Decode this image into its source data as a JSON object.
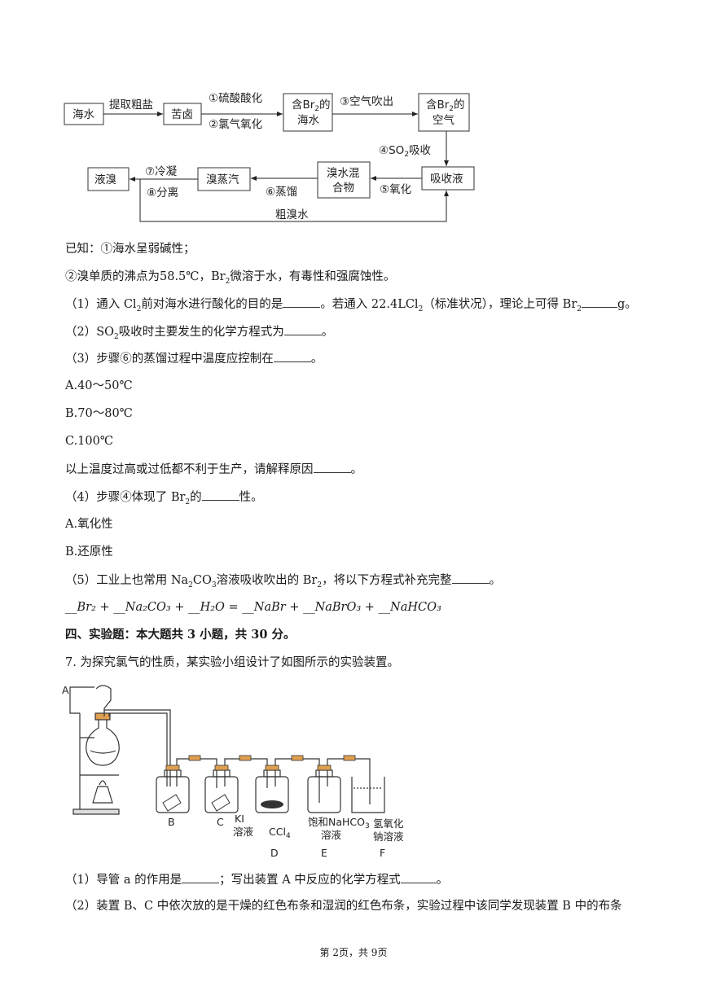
{
  "flow": {
    "boxes": {
      "seawater": "海水",
      "bittern": "苦卤",
      "br_seawater_1": "含Br",
      "br_seawater_2": "海水",
      "br_air_1": "含Br",
      "br_air_2": "空气",
      "absorb": "吸收液",
      "mix_1": "溴水混",
      "mix_2": "合物",
      "vapor": "溴蒸汽",
      "liquid": "液溴"
    },
    "labels": {
      "extract": "提取粗盐",
      "s1": "①硫酸酸化",
      "s2": "②氯气氧化",
      "s3": "③空气吹出",
      "s4a": "④SO",
      "s4b": "吸收",
      "s5": "⑤氧化",
      "s6": "⑥蒸馏",
      "s7": "⑦冷凝",
      "s8": "⑧分离",
      "crude": "粗溴水",
      "sub2": "2"
    }
  },
  "text": {
    "known": "已知：①海水呈弱碱性；",
    "bp_pre": "②溴单质的沸点为58.5℃，Br",
    "bp_post": "微溶于水，有毒性和强腐蚀性。",
    "q1_a": "（1）通入 Cl",
    "q1_b": "前对海水进行酸化的目的是",
    "q1_c": "。若通入 22.4LCl",
    "q1_d": "（标准状况），理论上可得 Br",
    "q1_e": "g。",
    "q2_a": "（2）SO",
    "q2_b": "吸收时主要发生的化学方程式为",
    "q2_c": "。",
    "q3": "（3）步骤⑥的蒸馏过程中温度应控制在",
    "q3_end": "。",
    "optA": "A.40～50℃",
    "optB": "B.70～80℃",
    "optC": "C.100℃",
    "q3_reason": "以上温度过高或过低都不利于生产，请解释原因",
    "q3_reason_end": "。",
    "q4_a": "（4）步骤④体现了 Br",
    "q4_b": "的",
    "q4_c": "性。",
    "q4_A": "A.氧化性",
    "q4_B": "B.还原性",
    "q5_a": "（5）工业上也常用 Na",
    "q5_b": "CO",
    "q5_c": "溶液吸收吹出的 Br",
    "q5_d": "，将以下方程式补充完整",
    "q5_e": "。",
    "equation": "__Br₂ + __Na₂CO₃ + __H₂O = __NaBr + __NaBrO₃ + __NaHCO₃",
    "section4": "四、实验题：本大题共 3 小题，共 30 分。",
    "q7": "7. 为探究氯气的性质，某实验小组设计了如图所示的实验装置。",
    "q7_1a": "（1）导管 a 的作用是",
    "q7_1b": "；写出装置 A 中反应的化学方程式",
    "q7_1c": "。",
    "q7_2": "（2）装置 B、C 中依次放的是干燥的红色布条和湿润的红色布条，实验过程中该同学发现装置 B 中的布条",
    "sub2": "2",
    "sub3": "3"
  },
  "apparatus": {
    "A": "A",
    "B": "B",
    "C": "C",
    "D": "D",
    "E": "E",
    "F": "F",
    "ki1": "KI",
    "ki2": "溶液",
    "ccl4": "CCl",
    "ccl4_sub": "4",
    "nahco3_1": "饱和NaHCO",
    "nahco3_sub": "3",
    "nahco3_2": "溶液",
    "naoh_1": "氢氧化",
    "naoh_2": "钠溶液"
  },
  "footer": "第 2页，共 9页"
}
